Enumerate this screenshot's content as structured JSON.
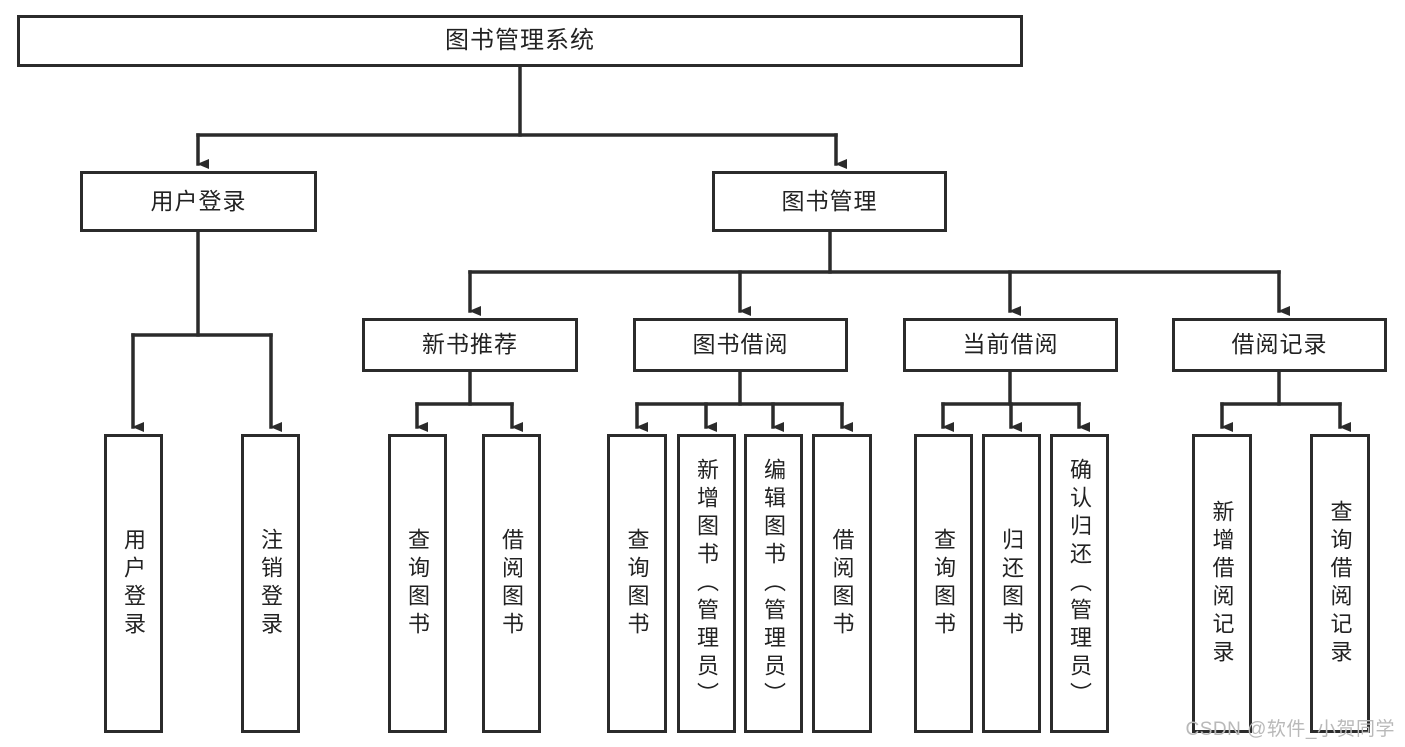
{
  "diagram": {
    "title": "图书管理系统",
    "type": "hierarchy-tree",
    "colors": {
      "box_border": "#2b2b2b",
      "box_fill": "#ffffff",
      "connector": "#2b2b2b",
      "text": "#222222",
      "watermark": "#b9b9b9"
    },
    "levels": {
      "root": {
        "label": "图书管理系统"
      },
      "level2": [
        {
          "label": "用户登录"
        },
        {
          "label": "图书管理"
        }
      ],
      "level3": [
        {
          "label": "新书推荐"
        },
        {
          "label": "图书借阅"
        },
        {
          "label": "当前借阅"
        },
        {
          "label": "借阅记录"
        }
      ],
      "leaves": [
        {
          "label": "用户登录",
          "parent": "用户登录"
        },
        {
          "label": "注销登录",
          "parent": "用户登录"
        },
        {
          "label": "查询图书",
          "parent": "新书推荐"
        },
        {
          "label": "借阅图书",
          "parent": "新书推荐"
        },
        {
          "label": "查询图书",
          "parent": "图书借阅"
        },
        {
          "label": "新增图书（管理员）",
          "parent": "图书借阅"
        },
        {
          "label": "编辑图书（管理员）",
          "parent": "图书借阅"
        },
        {
          "label": "借阅图书",
          "parent": "图书借阅"
        },
        {
          "label": "查询图书",
          "parent": "当前借阅"
        },
        {
          "label": "归还图书",
          "parent": "当前借阅"
        },
        {
          "label": "确认归还（管理员）",
          "parent": "当前借阅"
        },
        {
          "label": "新增借阅记录",
          "parent": "借阅记录"
        },
        {
          "label": "查询借阅记录",
          "parent": "借阅记录"
        }
      ]
    },
    "watermark": "CSDN @软件_小贺同学"
  }
}
